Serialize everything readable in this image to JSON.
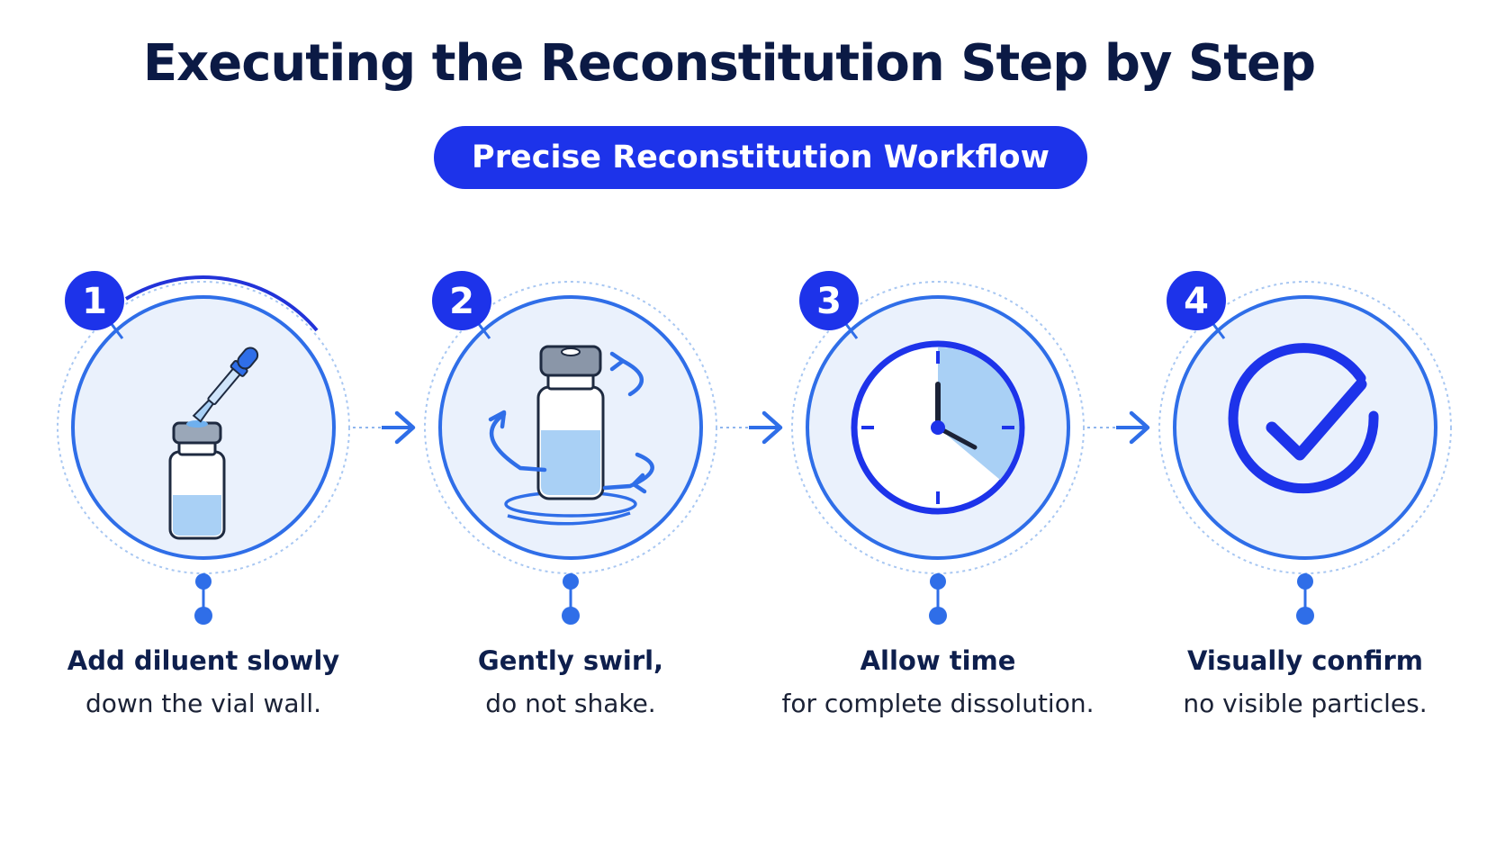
{
  "title": "Executing the Reconstitution Step by Step",
  "subtitle": "Precise Reconstitution Workflow",
  "colors": {
    "navy": "#0b1a45",
    "primary_blue": "#1d33ea",
    "ring_blue": "#2f6ee8",
    "light_blue": "#eaf1fc",
    "liquid_blue": "#a9d0f5"
  },
  "steps": [
    {
      "number": "1",
      "icon": "vial-dropper-icon",
      "title": "Add diluent slowly",
      "description": "down the vial wall."
    },
    {
      "number": "2",
      "icon": "vial-swirl-icon",
      "title": "Gently swirl,",
      "description": "do not shake."
    },
    {
      "number": "3",
      "icon": "clock-icon",
      "title": "Allow time",
      "description": "for complete dissolution."
    },
    {
      "number": "4",
      "icon": "checkmark-icon",
      "title": "Visually confirm",
      "description": "no visible particles."
    }
  ]
}
